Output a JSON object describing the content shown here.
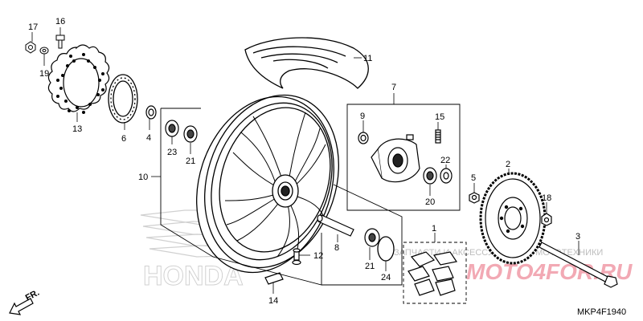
{
  "diagram": {
    "code": "MKP4F1940",
    "front_marker": "FR.",
    "brand_watermark": "HONDA",
    "shop_watermark": {
      "tagline": "ЗАПЧАСТИ И АКСЕССУАРЫ ДЛЯ МОТОТЕХНИКИ",
      "logo": "MOTO4FOR.RU"
    },
    "callouts": [
      {
        "id": "c17",
        "label": "17"
      },
      {
        "id": "c16",
        "label": "16"
      },
      {
        "id": "c19",
        "label": "19"
      },
      {
        "id": "c13",
        "label": "13"
      },
      {
        "id": "c6",
        "label": "6"
      },
      {
        "id": "c4",
        "label": "4"
      },
      {
        "id": "c23",
        "label": "23"
      },
      {
        "id": "c21a",
        "label": "21"
      },
      {
        "id": "c10",
        "label": "10"
      },
      {
        "id": "c11",
        "label": "11"
      },
      {
        "id": "c7",
        "label": "7"
      },
      {
        "id": "c9",
        "label": "9"
      },
      {
        "id": "c15",
        "label": "15"
      },
      {
        "id": "c22",
        "label": "22"
      },
      {
        "id": "c20",
        "label": "20"
      },
      {
        "id": "c5",
        "label": "5"
      },
      {
        "id": "c2",
        "label": "2"
      },
      {
        "id": "c18",
        "label": "18"
      },
      {
        "id": "c3",
        "label": "3"
      },
      {
        "id": "c1",
        "label": "1"
      },
      {
        "id": "c8",
        "label": "8"
      },
      {
        "id": "c12",
        "label": "12"
      },
      {
        "id": "c21b",
        "label": "21"
      },
      {
        "id": "c24",
        "label": "24"
      },
      {
        "id": "c14",
        "label": "14"
      }
    ]
  }
}
